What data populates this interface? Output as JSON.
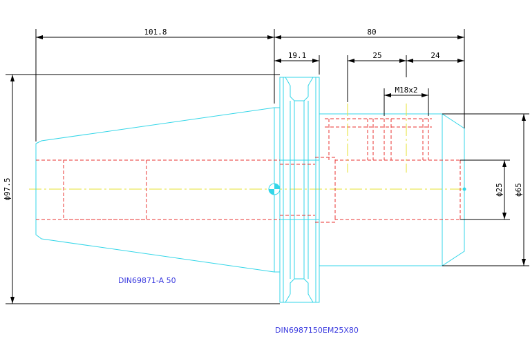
{
  "dimensions": {
    "overall_left": "101.8",
    "overall_right": "80",
    "flange": "19.1",
    "hole_spacing_1": "25",
    "hole_spacing_2": "24",
    "thread": "M18x2",
    "bore_diameter": "ϕ25",
    "body_diameter": "ϕ65",
    "flange_diameter": "ϕ97.5"
  },
  "notes": {
    "taper_standard": "DIN69871-A 50",
    "part_number": "DIN6987150EM25X80"
  },
  "colors": {
    "outline": "#33d6e8",
    "hidden": "#e8322f",
    "center": "#e6e230",
    "dimension": "#000000",
    "note": "#3a3adf"
  }
}
